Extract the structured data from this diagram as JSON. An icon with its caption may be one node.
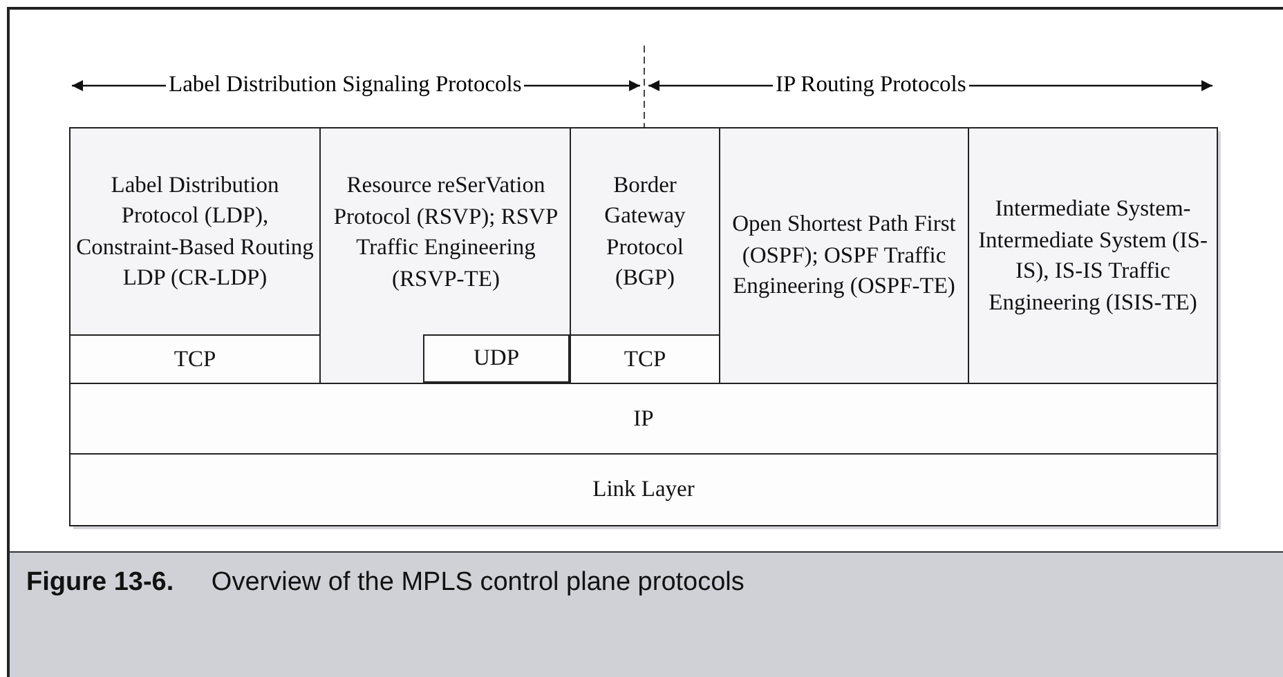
{
  "diagram": {
    "caption": "**Figure 13-6.** Overview of the MPLS control plane protocols",
    "nodes": [
      {
        "text": [
          "Label Distribution Protocol (LDP), Constraint-Based Routing LDP (CR-LDP)"
        ]
      },
      {
        "text": [
          "Resource reSerVation Protocol (RSVP); RSVP Traffic Engineering (RSVP-TE)"
        ]
      },
      {
        "text": [
          "Border Gateway Protocol (BGP)"
        ]
      },
      {
        "text": [
          "Open Shortest Path First (OSPF); OSPF Traffic Engineering (OSPF-TE)"
        ]
      },
      {
        "text": [
          "Intermediate System-Intermediate System (IS-IS), IS-IS Traffic Engineering (ISIS-TE)"
        ]
      },
      {
        "text": [
          "TCP"
        ]
      },
      {
        "text": [
          "UDP"
        ],
        "in": 1
      },
      {
        "text": [
          "TCP"
        ]
      },
      {
        "text": [
          "IP"
        ]
      },
      {
        "text": [
          "Link Layer"
        ]
      }
    ],
    "edges": [],
    "labels": [
      "Label Distribution Signaling Protocols",
      "IP Routing Protocols"
    ]
  }
}
